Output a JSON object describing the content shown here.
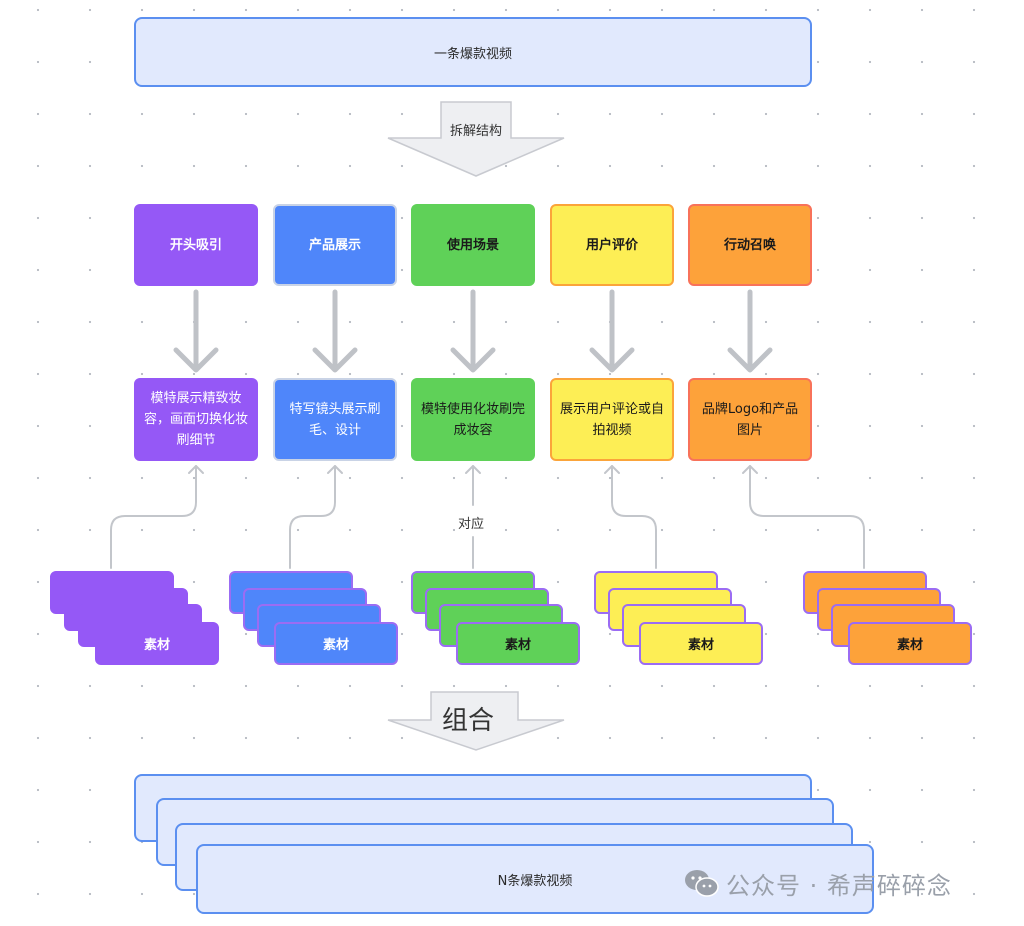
{
  "top_video": {
    "label": "一条爆款视频"
  },
  "decompose_arrow": {
    "label": "拆解结构"
  },
  "categories": [
    {
      "title": "开头吸引",
      "desc": "模特展示精致妆容，画面切换化妆刷细节",
      "bg": "#9558f6",
      "border": "#9558f6",
      "text": "#ffffff"
    },
    {
      "title": "产品展示",
      "desc": "特写镜头展示刷毛、设计",
      "bg": "#4f86fa",
      "border": "#c9d3e6",
      "text": "#ffffff"
    },
    {
      "title": "使用场景",
      "desc": "模特使用化妆刷完成妆容",
      "bg": "#5fd158",
      "border": "#5fd158",
      "text": "#1a1a1a"
    },
    {
      "title": "用户评价",
      "desc": "展示用户评论或自拍视频",
      "bg": "#fdee55",
      "border": "#fba43a",
      "text": "#1a1a1a"
    },
    {
      "title": "行动召唤",
      "desc": "品牌Logo和产品图片",
      "bg": "#fda23a",
      "border": "#f8725a",
      "text": "#1a1a1a"
    }
  ],
  "connector_label": "对应",
  "material_stacks": [
    {
      "label": "素材",
      "bg": "#9558f6",
      "text": "#ffffff"
    },
    {
      "label": "素材",
      "bg": "#4f86fa",
      "text": "#ffffff"
    },
    {
      "label": "素材",
      "bg": "#5fd158",
      "text": "#1a1a1a"
    },
    {
      "label": "素材",
      "bg": "#fdee55",
      "text": "#1a1a1a"
    },
    {
      "label": "素材",
      "bg": "#fda23a",
      "text": "#1a1a1a"
    }
  ],
  "combine_arrow": {
    "label": "组合"
  },
  "bottom_video": {
    "label": "N条爆款视频"
  },
  "watermark": {
    "text": "公众号 · 希声碎碎念"
  }
}
